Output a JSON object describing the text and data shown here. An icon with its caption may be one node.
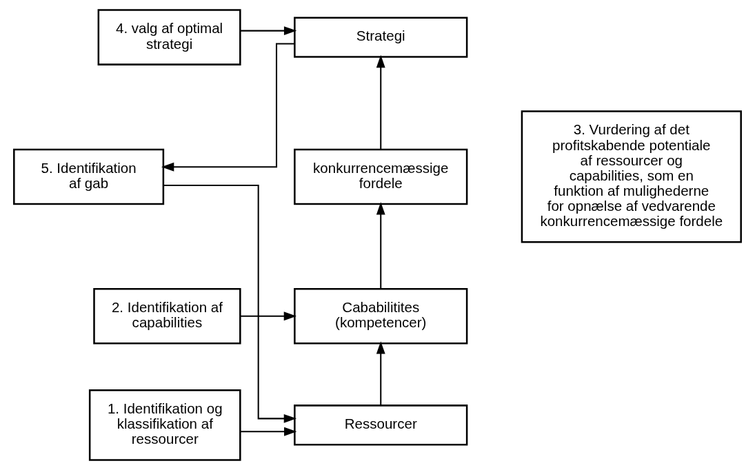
{
  "diagram": {
    "nodes": [
      {
        "text": [
          "4. valg af optimal strategi"
        ]
      },
      {
        "text": [
          "Strategi"
        ]
      },
      {
        "text": [
          "3. Vurdering af det profitskabende potentiale af ressourcer og capabilities, som en funktion af mulighederne for opnælse af vedvarende konkurrencemæssige fordele"
        ]
      },
      {
        "text": [
          "konkurrencemæssige fordele"
        ]
      },
      {
        "text": [
          "5. Identifikation af gab"
        ]
      },
      {
        "text": [
          "2. Identifikation af capabilities"
        ]
      },
      {
        "text": [
          "Cababilitites (kompetencer)"
        ]
      },
      {
        "text": [
          "1. Identifikation og klassifikation af ressourcer"
        ]
      },
      {
        "text": [
          "Ressourcer"
        ]
      }
    ],
    "edges": [
      {
        "from": 0,
        "to": 1,
        "arrow": "to"
      },
      {
        "from": 1,
        "to": 4,
        "arrow": "to"
      },
      {
        "from": 4,
        "to": 8,
        "arrow": "to"
      },
      {
        "from": 7,
        "to": 8,
        "arrow": "to"
      },
      {
        "from": 5,
        "to": 6,
        "arrow": "to"
      },
      {
        "from": 8,
        "to": 6,
        "arrow": "to"
      },
      {
        "from": 6,
        "to": 3,
        "arrow": "to"
      },
      {
        "from": 3,
        "to": 1,
        "arrow": "to"
      }
    ]
  }
}
